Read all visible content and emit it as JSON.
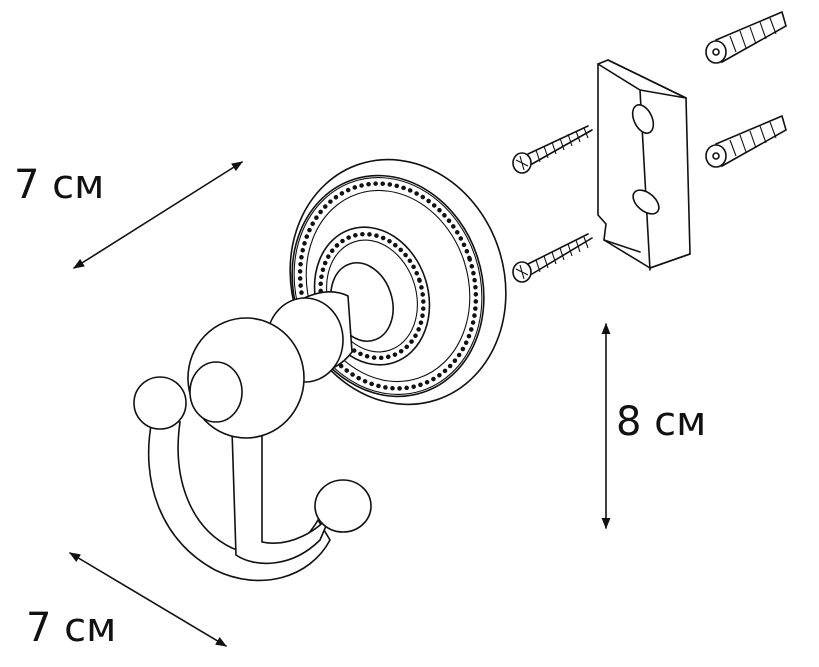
{
  "dimensions": {
    "depth_label": "7 см",
    "width_label": "7 см",
    "height_label": "8 см"
  }
}
